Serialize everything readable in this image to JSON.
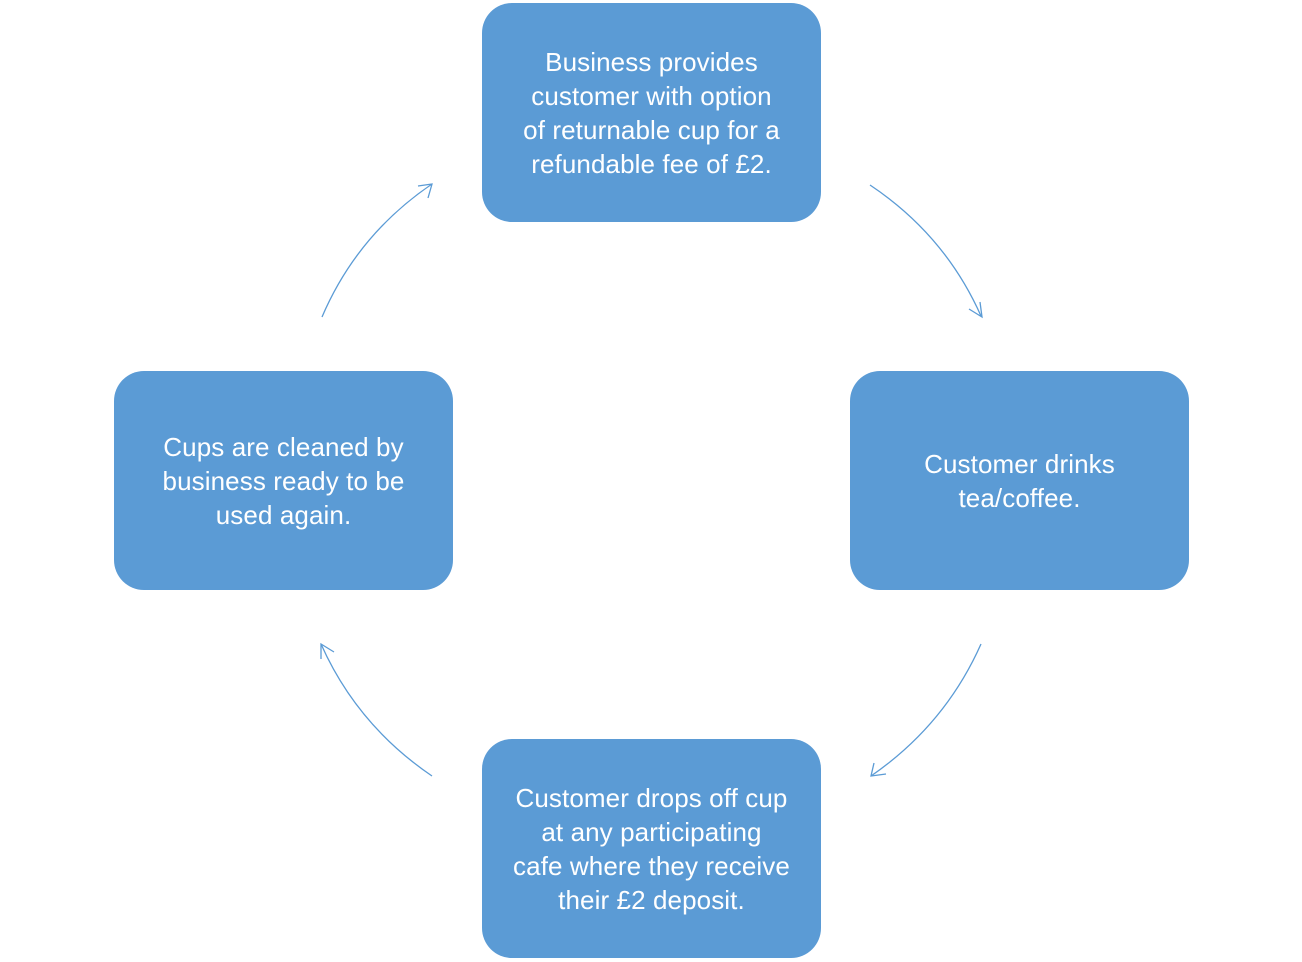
{
  "diagram": {
    "type": "cycle",
    "accent_color": "#5b9bd5",
    "text_color": "#ffffff",
    "nodes": [
      {
        "id": "step-1",
        "label": "Business provides\ncustomer with option\nof returnable cup for a\nrefundable fee of £2."
      },
      {
        "id": "step-2",
        "label": "Customer drinks\ntea/coffee."
      },
      {
        "id": "step-3",
        "label": "Customer drops off cup\nat any participating\ncafe where they receive\ntheir £2 deposit."
      },
      {
        "id": "step-4",
        "label": "Cups are cleaned by\nbusiness ready to be\nused again."
      }
    ],
    "edges": [
      {
        "from": "step-1",
        "to": "step-2",
        "direction": "clockwise"
      },
      {
        "from": "step-2",
        "to": "step-3",
        "direction": "clockwise"
      },
      {
        "from": "step-3",
        "to": "step-4",
        "direction": "clockwise"
      },
      {
        "from": "step-4",
        "to": "step-1",
        "direction": "clockwise"
      }
    ]
  }
}
